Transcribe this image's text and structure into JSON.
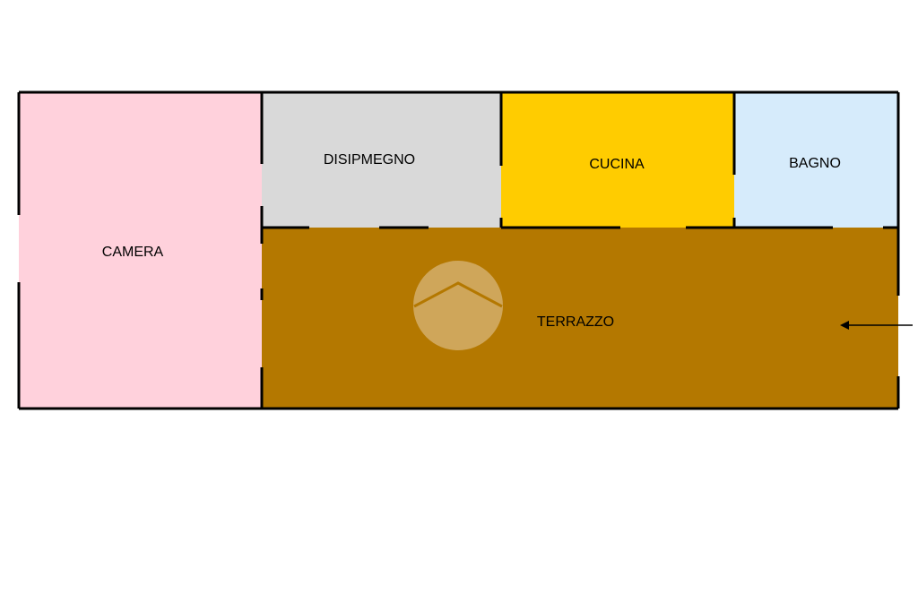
{
  "floor_plan": {
    "rooms": [
      {
        "id": "camera",
        "label": "CAMERA",
        "color": "#ffd1dc"
      },
      {
        "id": "disimpegno",
        "label": "DISIPMEGNO",
        "color": "#d9d9d9"
      },
      {
        "id": "cucina",
        "label": "CUCINA",
        "color": "#ffcc00"
      },
      {
        "id": "bagno",
        "label": "BAGNO",
        "color": "#d6ebfb"
      },
      {
        "id": "terrazzo",
        "label": "TERRAZZO",
        "color": "#b47800"
      }
    ],
    "wall_color": "#000000",
    "watermark_icon": "house-logo-icon",
    "entrance_icon": "entrance-arrow-icon"
  }
}
